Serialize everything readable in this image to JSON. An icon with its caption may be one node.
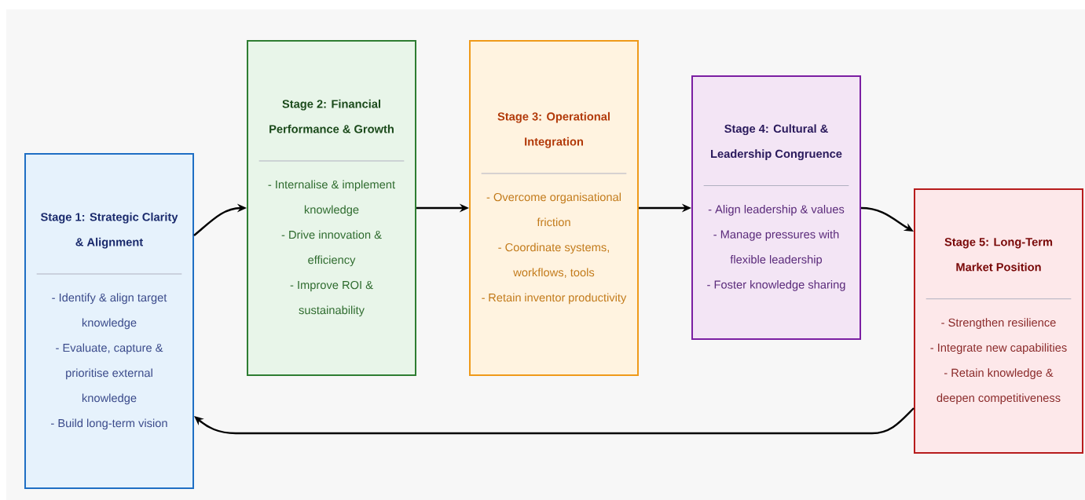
{
  "diagram": {
    "nodes": [
      {
        "text": [
          "Stage 1: Strategic Clarity & Alignment",
          "- Identify & align target knowledge",
          "- Evaluate, capture & prioritise external knowledge",
          "- Build long-term vision"
        ]
      },
      {
        "text": [
          "Stage 2: Financial Performance & Growth",
          "- Internalise & implement knowledge",
          "- Drive innovation & efficiency",
          "- Improve ROI & sustainability"
        ]
      },
      {
        "text": [
          "Stage 3: Operational Integration",
          "- Overcome organisational friction",
          "- Coordinate systems, workflows, tools",
          "- Retain inventor productivity"
        ]
      },
      {
        "text": [
          "Stage 4: Cultural & Leadership Congruence",
          "- Align leadership & values",
          "- Manage pressures with flexible leadership",
          "- Foster knowledge sharing"
        ]
      },
      {
        "text": [
          "Stage 5: Long-Term Market Position",
          "- Strengthen resilience",
          "- Integrate new capabilities",
          "- Retain knowledge & deepen competitiveness"
        ]
      }
    ],
    "edges": [
      {
        "from": 0,
        "to": 1,
        "arrow": "to"
      },
      {
        "from": 1,
        "to": 2,
        "arrow": "to"
      },
      {
        "from": 2,
        "to": 3,
        "arrow": "to"
      },
      {
        "from": 3,
        "to": 4,
        "arrow": "to"
      },
      {
        "from": 4,
        "to": 0,
        "arrow": "to"
      }
    ]
  }
}
